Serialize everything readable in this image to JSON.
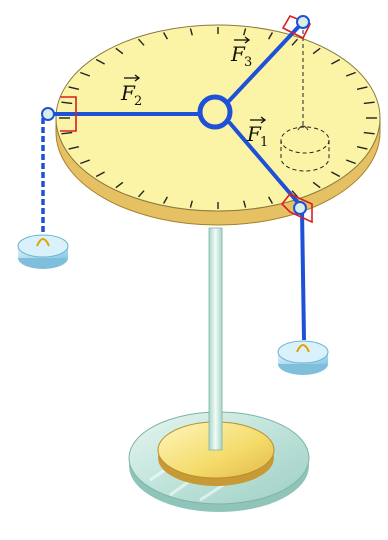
{
  "diagram": {
    "labels": {
      "f1": {
        "letter": "F",
        "subscript": "1"
      },
      "f2": {
        "letter": "F",
        "subscript": "2"
      },
      "f3": {
        "letter": "F",
        "subscript": "3"
      }
    },
    "colors": {
      "table_top": "#fbf3a6",
      "table_rim": "#e8c565",
      "string": "#1f50d8",
      "pulley": "#d8efe9",
      "bracket": "#d62020",
      "weight": "#a9dcf2",
      "base": "#bfe3da",
      "base_disk": "#f6e27c",
      "pole": "#cfeede"
    },
    "icons": [
      "force-table",
      "pulley-icon",
      "hanging-weight-icon",
      "center-ring-icon"
    ]
  }
}
